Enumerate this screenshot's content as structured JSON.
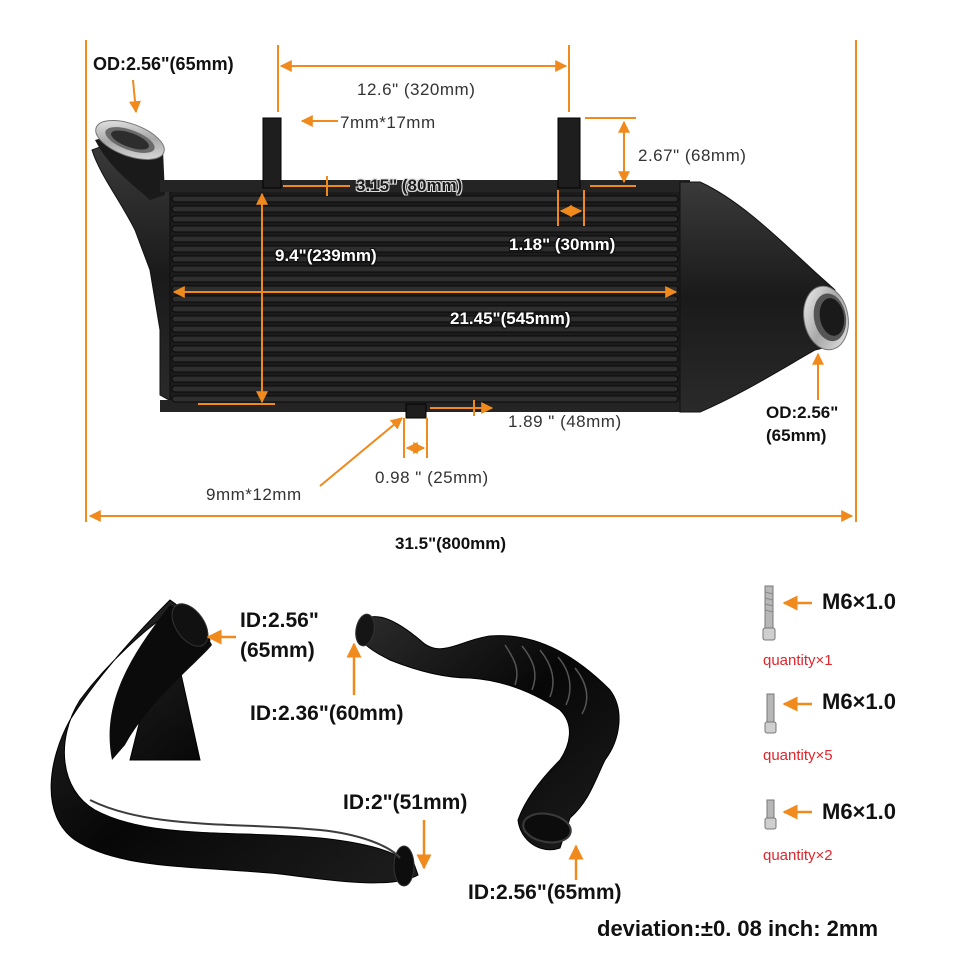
{
  "intercooler": {
    "inlet_od": "OD:2.56\"(65mm)",
    "outlet_od_line1": "OD:2.56\"",
    "outlet_od_line2": "(65mm)",
    "bracket_spacing": "12.6\" (320mm)",
    "bracket_size_top": "7mm*17mm",
    "bracket_height": "2.67\" (68mm)",
    "bracket_offset": "3.15\" (80mm)",
    "bracket_width": "1.18\" (30mm)",
    "core_height": "9.4\"(239mm)",
    "core_length": "21.45\"(545mm)",
    "bottom_bracket_offset": "1.89 \" (48mm)",
    "bottom_bracket_width": "0.98 \" (25mm)",
    "bracket_size_bottom": "9mm*12mm",
    "overall_length": "31.5\"(800mm)"
  },
  "hoses": {
    "left_top_id_line1": "ID:2.56\"",
    "left_top_id_line2": "(65mm)",
    "right_top_id": "ID:2.36\"(60mm)",
    "left_bottom_id": "ID:2\"(51mm)",
    "right_bottom_id": "ID:2.56\"(65mm)"
  },
  "bolts": [
    {
      "spec": "M6×1.0",
      "quantity": "quantity×1"
    },
    {
      "spec": "M6×1.0",
      "quantity": "quantity×5"
    },
    {
      "spec": "M6×1.0",
      "quantity": "quantity×2"
    }
  ],
  "deviation": "deviation:±0. 08 inch: 2mm",
  "colors": {
    "dimension_orange": "#f08a1d",
    "core_black": "#1c1c1c",
    "quantity_red": "#e0252b"
  }
}
